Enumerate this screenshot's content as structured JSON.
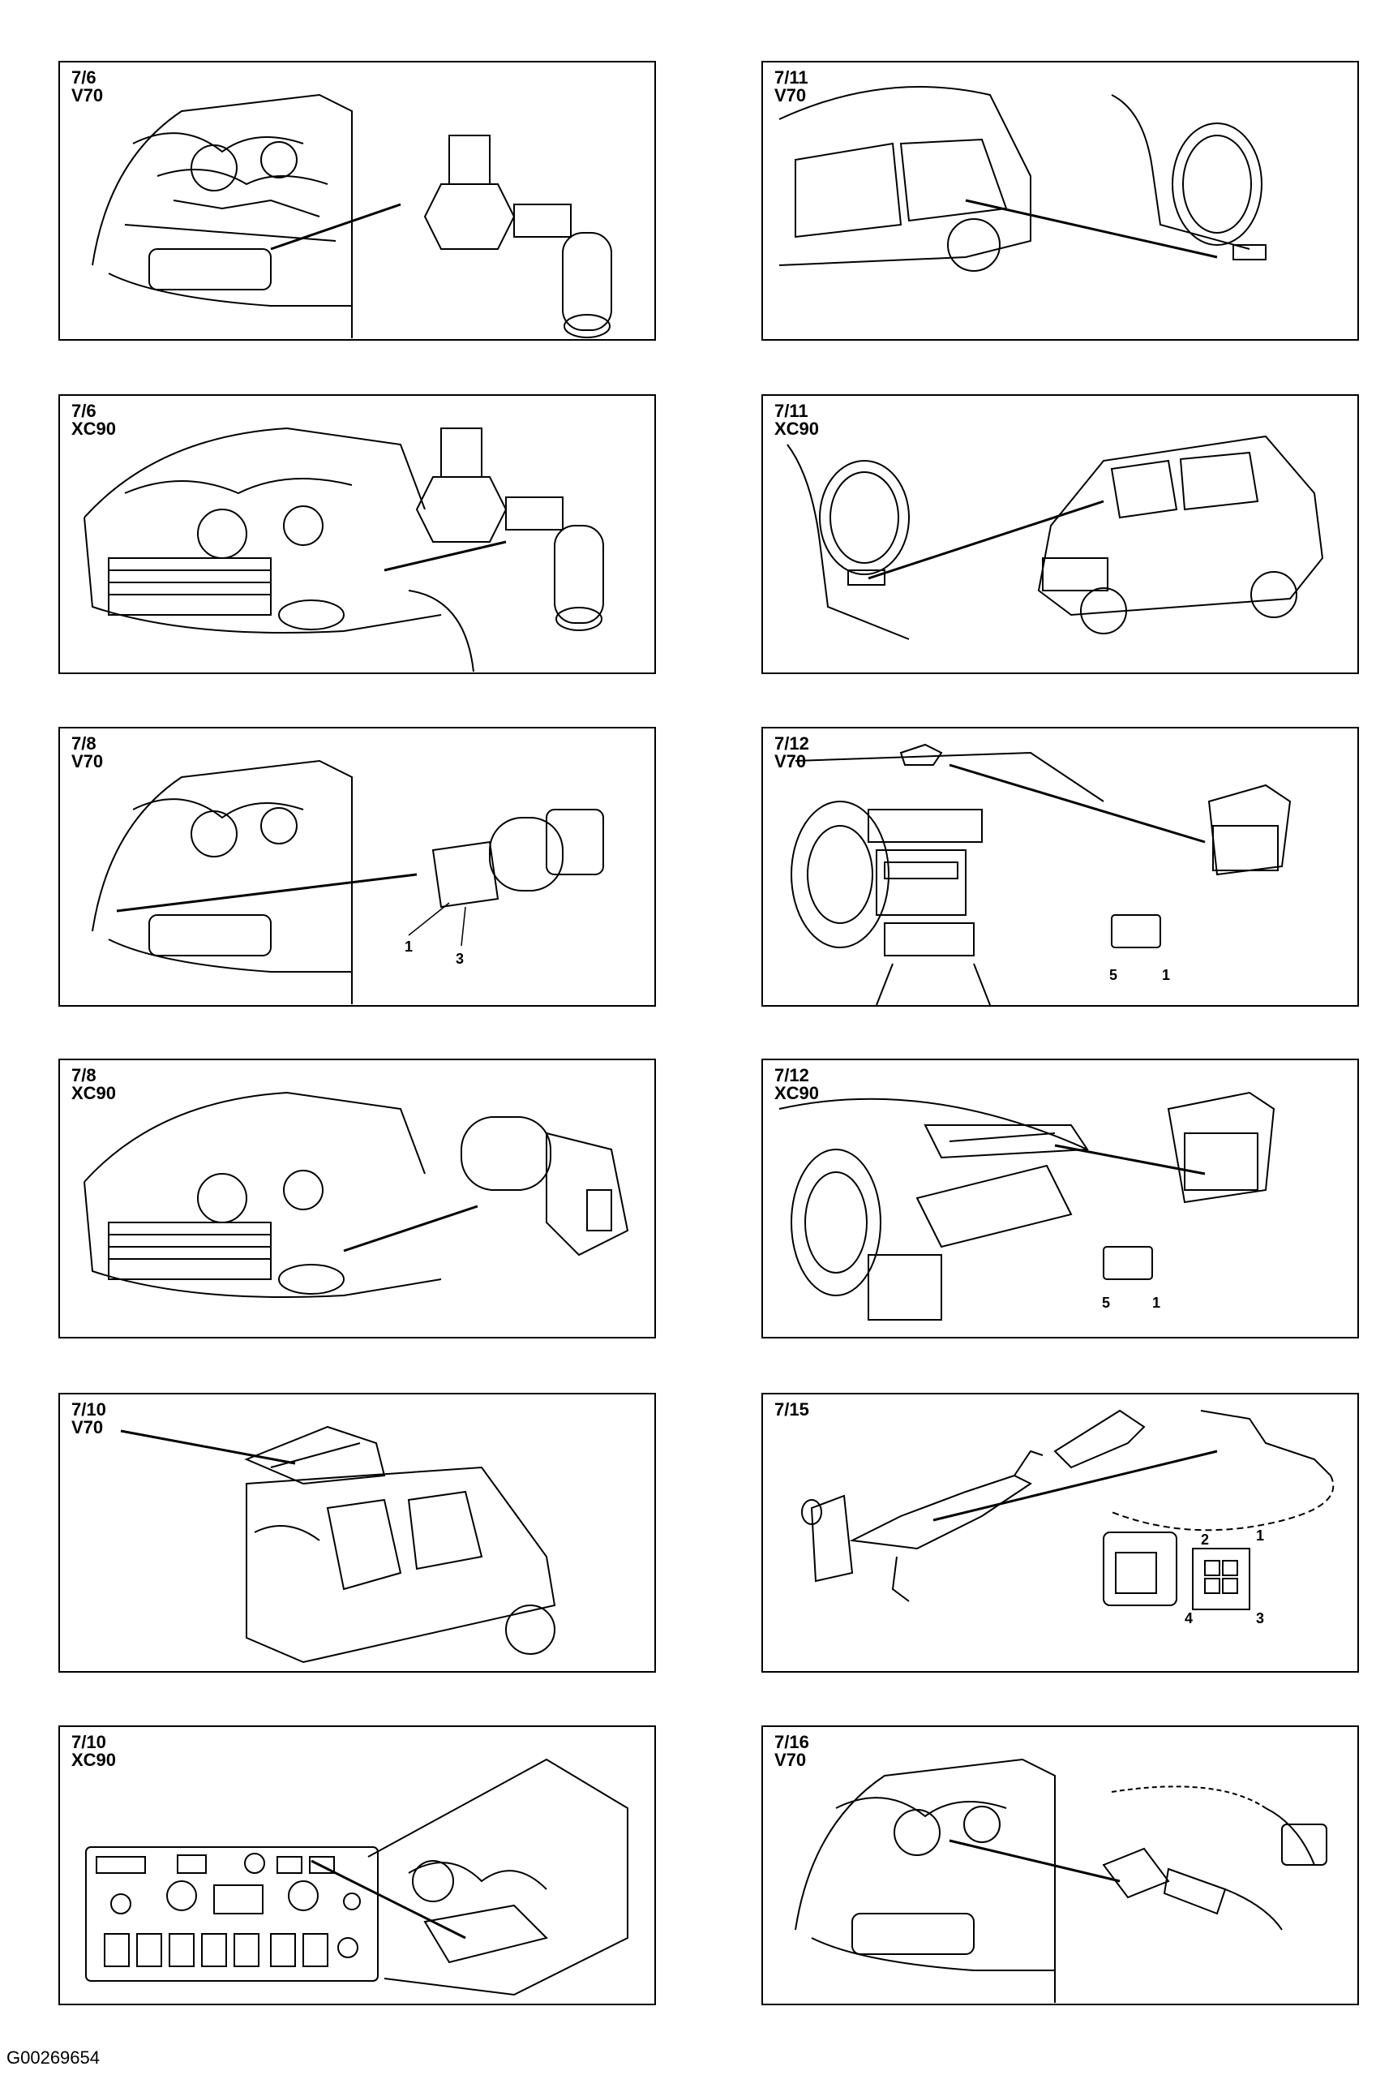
{
  "panels": [
    {
      "code": "7/6",
      "model": "V70"
    },
    {
      "code": "7/11",
      "model": "V70"
    },
    {
      "code": "7/6",
      "model": "XC90"
    },
    {
      "code": "7/11",
      "model": "XC90"
    },
    {
      "code": "7/8",
      "model": "V70",
      "pins": [
        "1",
        "3"
      ]
    },
    {
      "code": "7/12",
      "model": "V70",
      "pins": [
        "5",
        "1"
      ]
    },
    {
      "code": "7/8",
      "model": "XC90"
    },
    {
      "code": "7/12",
      "model": "XC90",
      "pins": [
        "5",
        "1"
      ]
    },
    {
      "code": "7/10",
      "model": "V70"
    },
    {
      "code": "7/15",
      "model": "",
      "pins": [
        "2",
        "1",
        "4",
        "3"
      ]
    },
    {
      "code": "7/10",
      "model": "XC90"
    },
    {
      "code": "7/16",
      "model": "V70"
    }
  ],
  "footer_code": "G00269654"
}
